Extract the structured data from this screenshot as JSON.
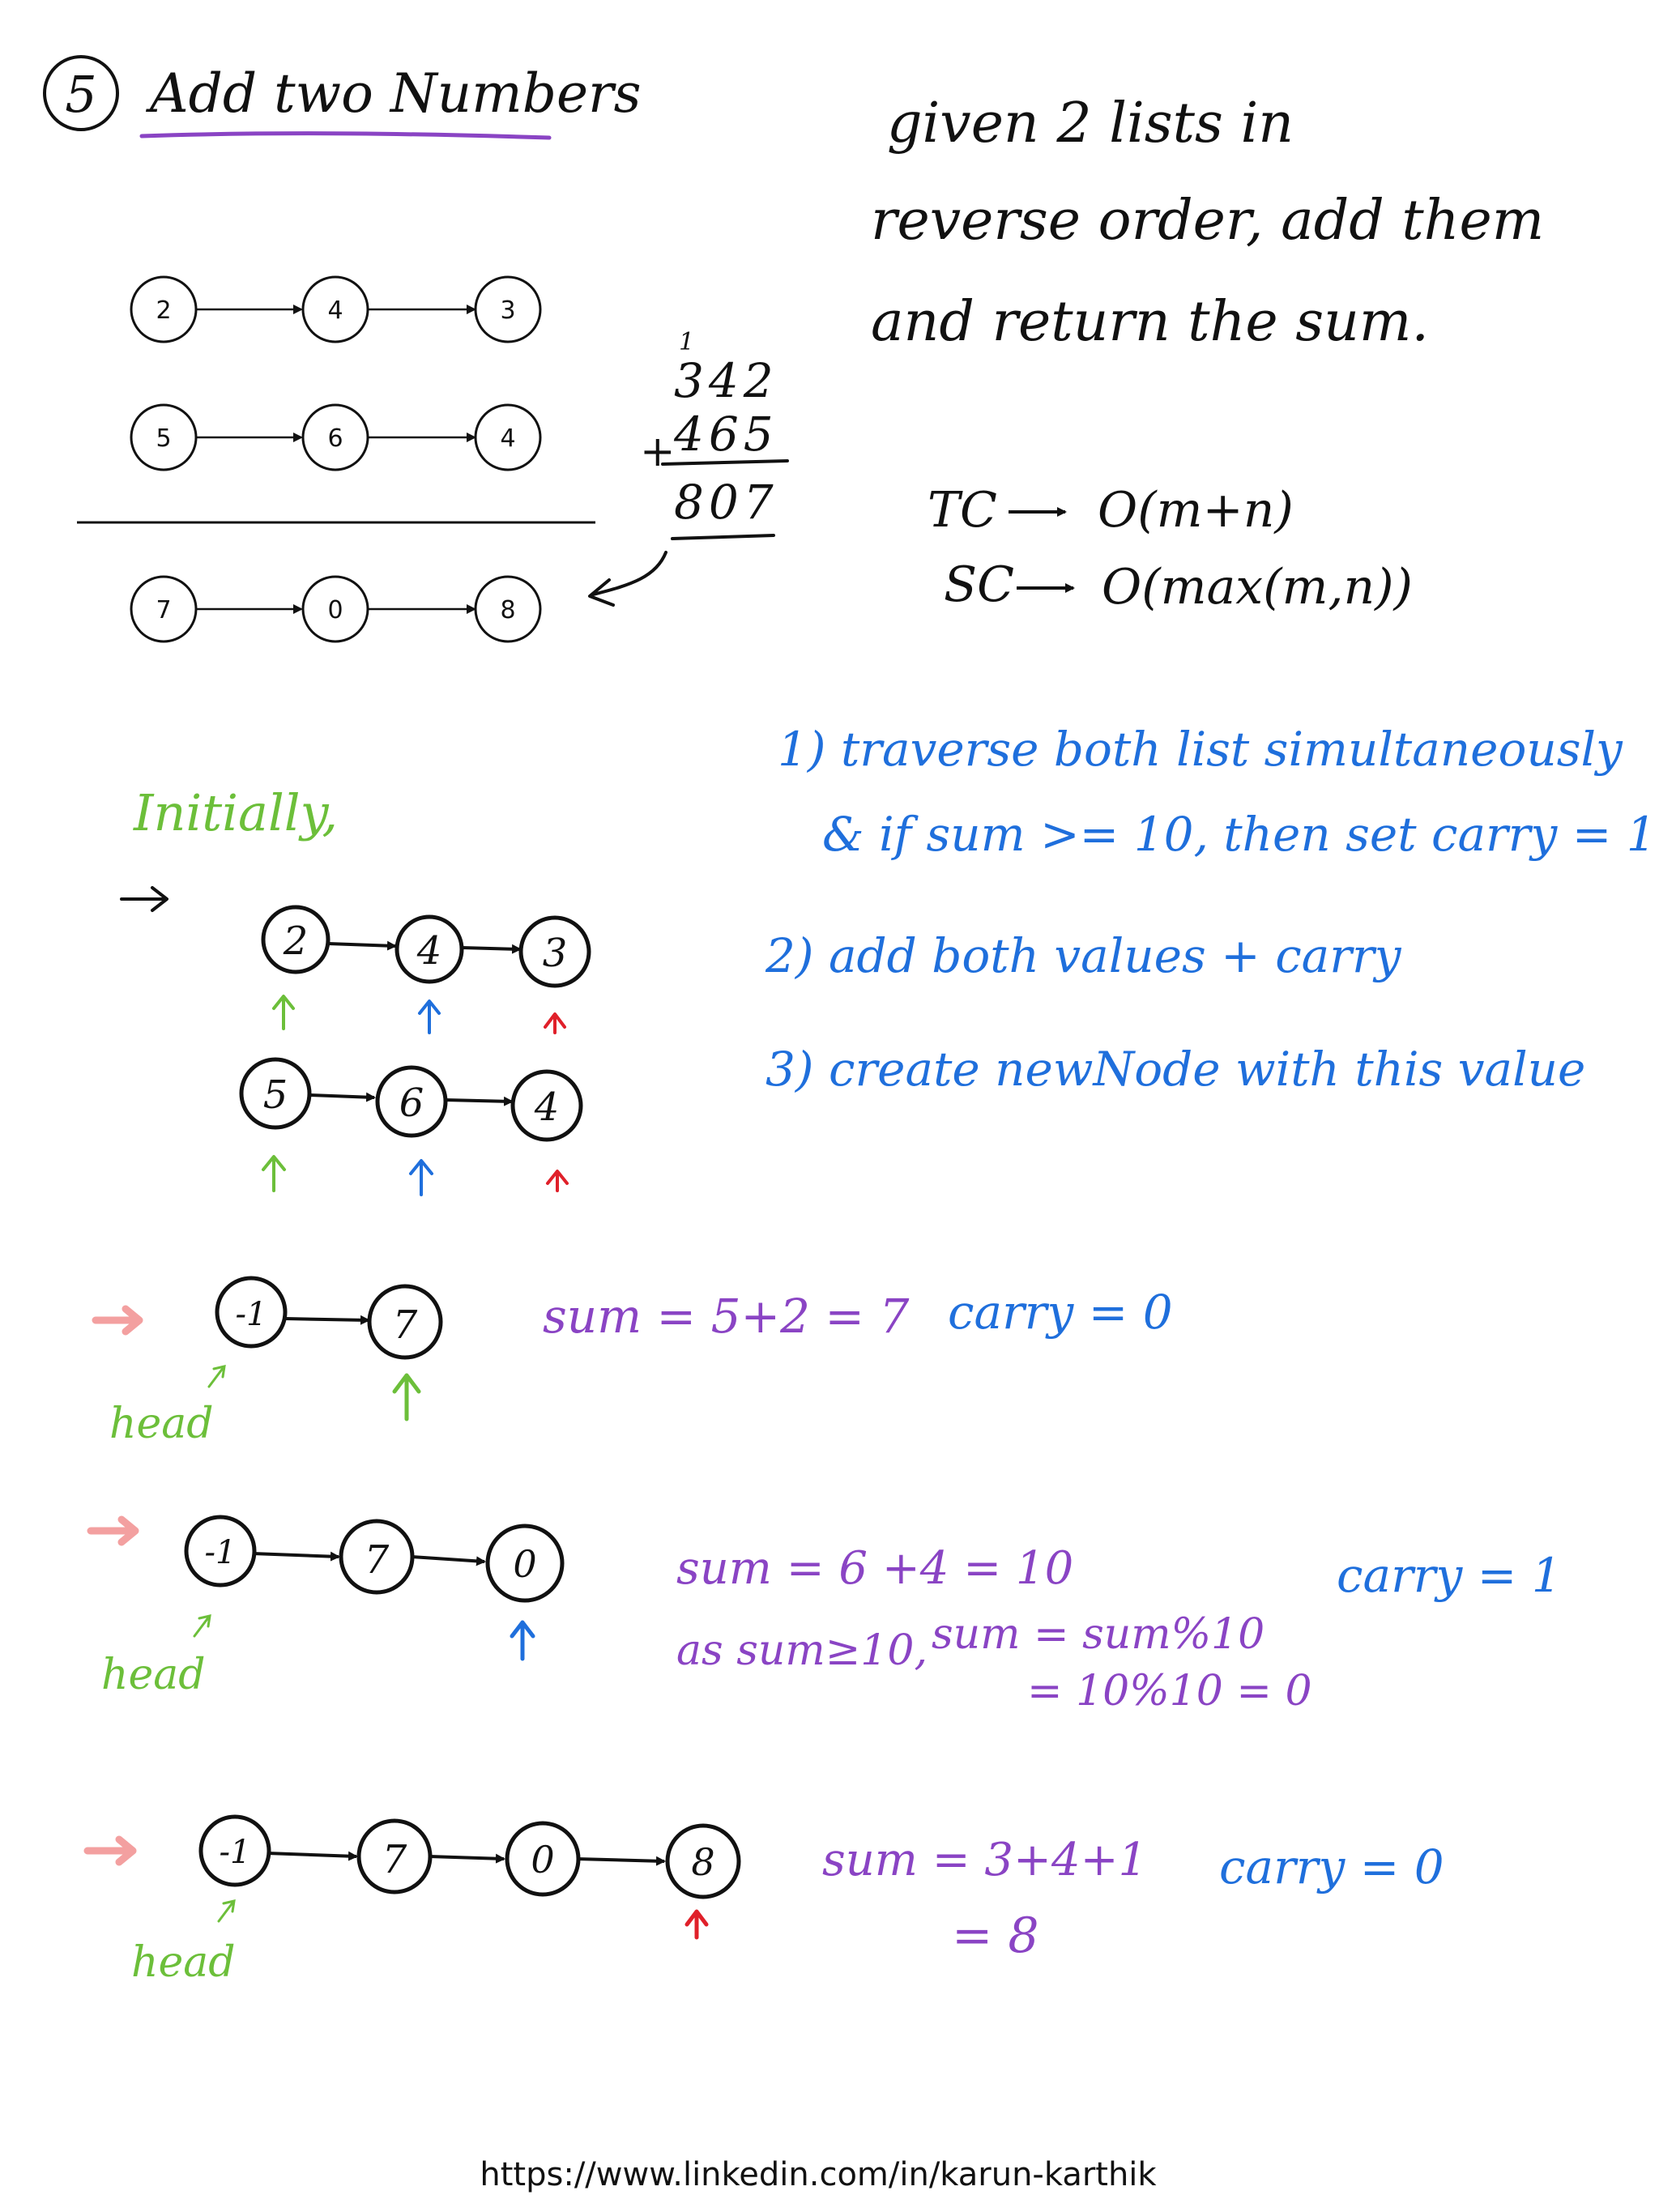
{
  "title": {
    "number": "5",
    "text": "Add two Numbers"
  },
  "description": [
    "given 2 lists in",
    "reverse order, add them",
    "and return the sum."
  ],
  "example_lists": {
    "list1": [
      "2",
      "4",
      "3"
    ],
    "list2": [
      "5",
      "6",
      "4"
    ],
    "result": [
      "7",
      "0",
      "8"
    ]
  },
  "arithmetic": {
    "carry_mark": "1",
    "top": "342",
    "plus": "+",
    "bottom": "465",
    "result": "807"
  },
  "complexity": {
    "tc_label": "TC",
    "tc_value": "O(m+n)",
    "sc_label": "SC",
    "sc_value": "O(max(m,n))"
  },
  "steps": [
    "1) traverse both list simultaneously",
    "& if sum >= 10, then set carry = 1",
    "2) add both values + carry",
    "3) create newNode with this value"
  ],
  "initially": {
    "label": "Initially,",
    "list1": [
      "2",
      "4",
      "3"
    ],
    "list2": [
      "5",
      "6",
      "4"
    ]
  },
  "iterations": [
    {
      "nodes": [
        "-1",
        "7"
      ],
      "head_label": "head",
      "sum_text": "sum = 5+2 = 7",
      "carry_text": "carry = 0"
    },
    {
      "nodes": [
        "-1",
        "7",
        "0"
      ],
      "head_label": "head",
      "sum_text": "sum = 6 +4 = 10",
      "condition_text": "as sum≥10,",
      "mod_text": "sum = sum%10",
      "mod_result": "= 10%10 = 0",
      "carry_text": "carry = 1"
    },
    {
      "nodes": [
        "-1",
        "7",
        "0",
        "8"
      ],
      "head_label": "head",
      "sum_text": "sum = 3+4+1",
      "sum_result": "= 8",
      "carry_text": "carry = 0"
    }
  ],
  "colors": {
    "ink": "#111111",
    "blue": "#1f6fdc",
    "purple": "#8a44c4",
    "green": "#6cbf3a",
    "red": "#e0202a",
    "pink": "#f3a0a0"
  },
  "footer": {
    "url": "https://www.linkedin.com/in/karun-karthik"
  }
}
